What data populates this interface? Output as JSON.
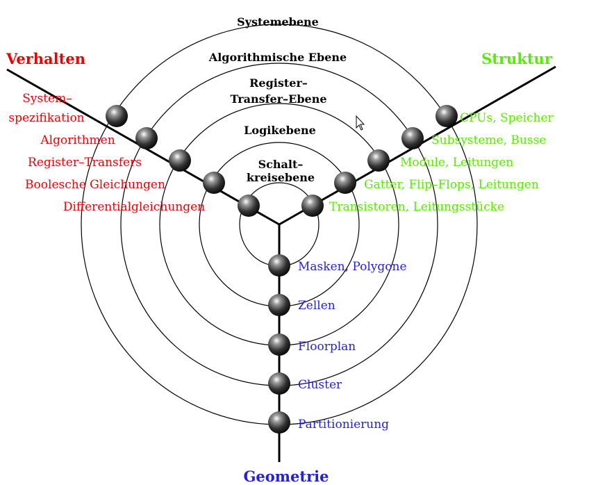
{
  "colors": {
    "behavior": "#ee0000",
    "structure": "#55ee00",
    "geometry": "#2222dd",
    "lines": "#000000"
  },
  "axes": {
    "behavior": {
      "title": "Verhalten",
      "items": [
        "System–",
        "spezifikation",
        "Algorithmen",
        "Register–Transfers",
        "Boolesche Gleichungen",
        "Differentialgleichungen"
      ]
    },
    "structure": {
      "title": "Struktur",
      "items": [
        "CPUs, Speicher",
        "Subsysteme, Busse",
        "Module, Leitungen",
        "Gatter, Flip–Flops, Leitungen",
        "Transistoren, Leitungsstücke"
      ]
    },
    "geometry": {
      "title": "Geometrie",
      "items": [
        "Masken, Polygone",
        "Zellen",
        "Floorplan",
        "Cluster",
        "Partitionierung"
      ]
    }
  },
  "levels": {
    "system": "Systemebene",
    "algorithmic": "Algorithmische Ebene",
    "rt_line1": "Register–",
    "rt_line2": "Transfer–Ebene",
    "logic": "Logikebene",
    "circuit_line1": "Schalt–",
    "circuit_line2": "kreisebene"
  },
  "icons": {
    "cursor": "mouse-pointer-icon"
  }
}
